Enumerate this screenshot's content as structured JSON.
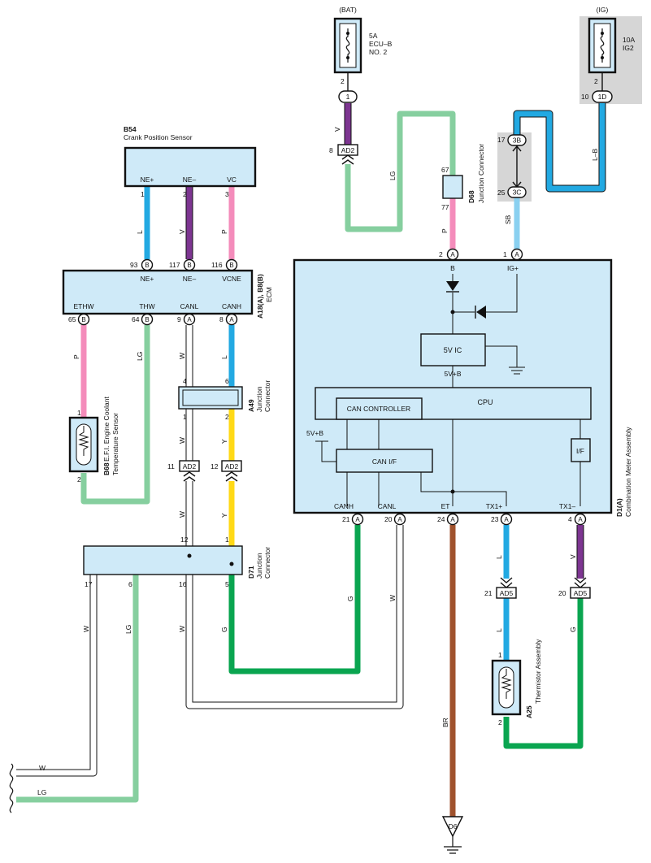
{
  "colors": {
    "box_fill": "#cfeaf8",
    "pink": "#f48cbb",
    "purple": "#7d3591",
    "blue": "#22a9e2",
    "light_blue": "#8ad0f0",
    "light_green": "#86cf9f",
    "green": "#0aa550",
    "yellow": "#ffd916",
    "brown": "#a0522d",
    "white_wire": "#ffffff",
    "outline": "#111111",
    "grey_zone": "#d6d6d6"
  },
  "fuses": {
    "bat": {
      "title": "(BAT)",
      "rating": "5A",
      "name1": "ECU–B",
      "name2": "NO. 2",
      "pin": "2",
      "conn_pin": "1",
      "wire": "V",
      "conn": "AD2",
      "conn_num": "8"
    },
    "ig": {
      "title": "(IG)",
      "rating": "10A",
      "name": "IG2",
      "pin": "2",
      "conn_pin": "1D",
      "conn_num": "10",
      "wire": "L–B"
    }
  },
  "crank_sensor": {
    "code": "B54",
    "name": "Crank Position Sensor",
    "pins": [
      {
        "label": "NE+",
        "num": "1",
        "wire": "L"
      },
      {
        "label": "NE–",
        "num": "2",
        "wire": "V"
      },
      {
        "label": "VC",
        "num": "3",
        "wire": "P"
      }
    ]
  },
  "ecm": {
    "code": "A18(A), B8(B)",
    "name": "ECM",
    "top_pins": [
      {
        "label": "NE+",
        "num": "93",
        "conn": "B"
      },
      {
        "label": "NE–",
        "num": "117",
        "conn": "B"
      },
      {
        "label": "VCNE",
        "num": "116",
        "conn": "B"
      }
    ],
    "bottom_pins": [
      {
        "label": "ETHW",
        "num": "65",
        "conn": "B",
        "wire": "P"
      },
      {
        "label": "THW",
        "num": "64",
        "conn": "B",
        "wire": "LG"
      },
      {
        "label": "CANL",
        "num": "9",
        "conn": "A",
        "wire": "W"
      },
      {
        "label": "CANH",
        "num": "8",
        "conn": "A",
        "wire": "L"
      }
    ]
  },
  "coolant_sensor": {
    "code": "B68",
    "name1": "E.F.I. Engine Coolant",
    "name2": "Temperature Sensor",
    "pin_top": "1",
    "pin_bottom": "2"
  },
  "jc_a49": {
    "code": "A49",
    "name1": "Junction",
    "name2": "Connector",
    "pins_top": [
      "4",
      "6"
    ],
    "pins_bottom": [
      "1",
      "2"
    ],
    "wires_below": [
      "W",
      "Y"
    ]
  },
  "ad2_lower": {
    "conn": "AD2",
    "nums": [
      "11",
      "12"
    ],
    "wires_below": [
      "W",
      "Y"
    ]
  },
  "jc_d71": {
    "code": "D71",
    "name1": "Junction",
    "name2": "Connector",
    "pins_top": [
      "12",
      "1"
    ],
    "pins_bottom": [
      "17",
      "6",
      "16",
      "5"
    ],
    "wires_below": [
      "W",
      "LG",
      "W",
      "G"
    ]
  },
  "jc_d68": {
    "code": "D68",
    "name": "Junction Connector",
    "pin_top": "67",
    "pin_bottom": "77",
    "wire_left": "LG"
  },
  "ig_junction": {
    "pin_top": "17",
    "conn_top": "3B",
    "pin_bottom": "25",
    "conn_bottom": "3C",
    "wire": "SB"
  },
  "meter": {
    "code": "D1(A)",
    "name": "Combination Meter Assembly",
    "top_pins": [
      {
        "label": "B",
        "num": "2",
        "conn": "A",
        "wire": "P"
      },
      {
        "label": "IG+",
        "num": "1",
        "conn": "A"
      }
    ],
    "ic_label": "5V IC",
    "ic_out": "5V+B",
    "cpu_label": "CPU",
    "can_ctrl_label": "CAN CONTROLLER",
    "can_if_label": "CAN I/F",
    "if_label": "I/F",
    "vb_label": "5V+B",
    "bottom_pins": [
      {
        "label": "CANH",
        "num": "21",
        "conn": "A",
        "wire": "G"
      },
      {
        "label": "CANL",
        "num": "20",
        "conn": "A",
        "wire": "W"
      },
      {
        "label": "ET",
        "num": "24",
        "conn": "A",
        "wire": "BR"
      },
      {
        "label": "TX1+",
        "num": "23",
        "conn": "A",
        "wire": "L"
      },
      {
        "label": "TX1–",
        "num": "4",
        "conn": "A",
        "wire": "V"
      }
    ]
  },
  "ad5": {
    "conn": "AD5",
    "nums": [
      "21",
      "20"
    ],
    "wires_below": [
      "L",
      "G"
    ]
  },
  "thermistor": {
    "code": "A25",
    "name": "Thermistor Assembly",
    "pin_top": "1",
    "pin_bottom": "2"
  },
  "ground": {
    "label": "D6"
  },
  "offpage": {
    "wires": [
      "W",
      "LG"
    ]
  }
}
